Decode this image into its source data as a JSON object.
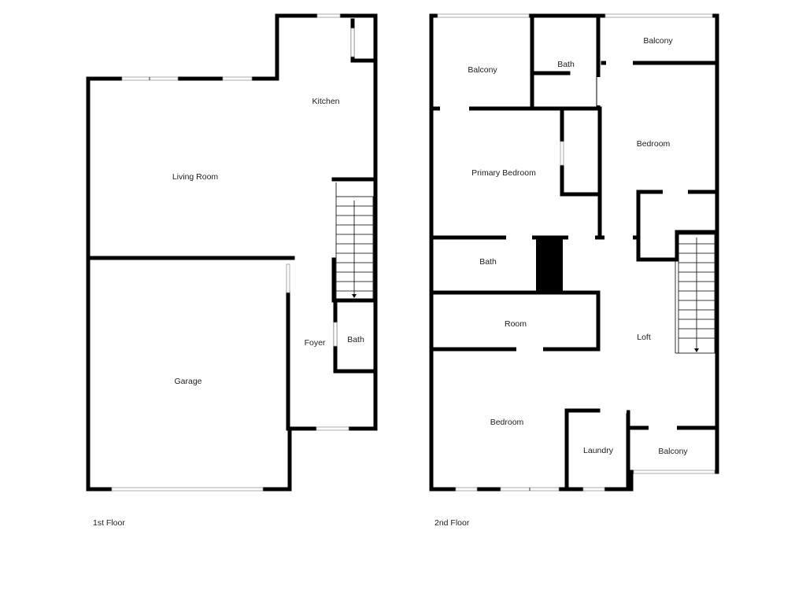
{
  "floors": [
    {
      "label": "1st Floor",
      "rooms": {
        "kitchen": "Kitchen",
        "living_room": "Living Room",
        "garage": "Garage",
        "foyer": "Foyer",
        "bath": "Bath"
      }
    },
    {
      "label": "2nd Floor",
      "rooms": {
        "balcony_left": "Balcony",
        "bath_top": "Bath",
        "balcony_right": "Balcony",
        "bedroom_right": "Bedroom",
        "primary_bedroom": "Primary Bedroom",
        "bath_mid": "Bath",
        "room": "Room",
        "loft": "Loft",
        "bedroom_bottom": "Bedroom",
        "laundry": "Laundry",
        "balcony_bottom": "Balcony"
      }
    }
  ],
  "colors": {
    "wall": "#000000",
    "background": "#ffffff",
    "text": "#222222"
  }
}
